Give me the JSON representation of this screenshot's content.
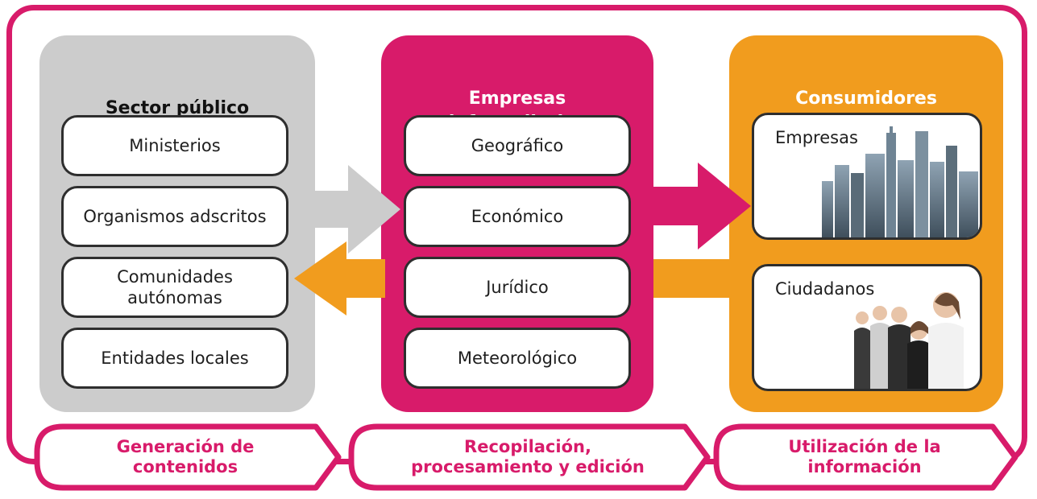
{
  "colors": {
    "frame": "#d81b6a",
    "public": "#cccccc",
    "infomediaries": "#d81b6a",
    "consumers": "#f19c1e",
    "box_border": "#2e2e2e"
  },
  "columns": {
    "public": {
      "title": "Sector público",
      "items": [
        "Ministerios",
        "Organismos adscritos",
        "Comunidades autónomas",
        "Entidades locales"
      ]
    },
    "infomediaries": {
      "title_line1": "Empresas",
      "title_line2": "infomediarias",
      "items": [
        "Geográfico",
        "Económico",
        "Jurídico",
        "Meteorológico"
      ]
    },
    "consumers": {
      "title_line1": "Consumidores",
      "title_line2": "finales",
      "panels": [
        {
          "label": "Empresas",
          "image": "city-skyscrapers-photo"
        },
        {
          "label": "Ciudadanos",
          "image": "group-of-people-photo"
        }
      ]
    }
  },
  "stages": [
    {
      "line1": "Generación de",
      "line2": "contenidos"
    },
    {
      "line1": "Recopilación,",
      "line2": "procesamiento y edición"
    },
    {
      "line1": "Utilización de la",
      "line2": "información"
    }
  ],
  "arrows": [
    {
      "name": "gray-arrow-right-icon",
      "from": "Sector público",
      "to": "Empresas infomediarias",
      "color": "#cccccc"
    },
    {
      "name": "pink-arrow-right-icon",
      "from": "Empresas infomediarias",
      "to": "Consumidores finales",
      "color": "#d81b6a"
    },
    {
      "name": "orange-arrow-left-icon",
      "from": "Consumidores finales",
      "to": "Sector público",
      "color": "#f19c1e"
    }
  ]
}
